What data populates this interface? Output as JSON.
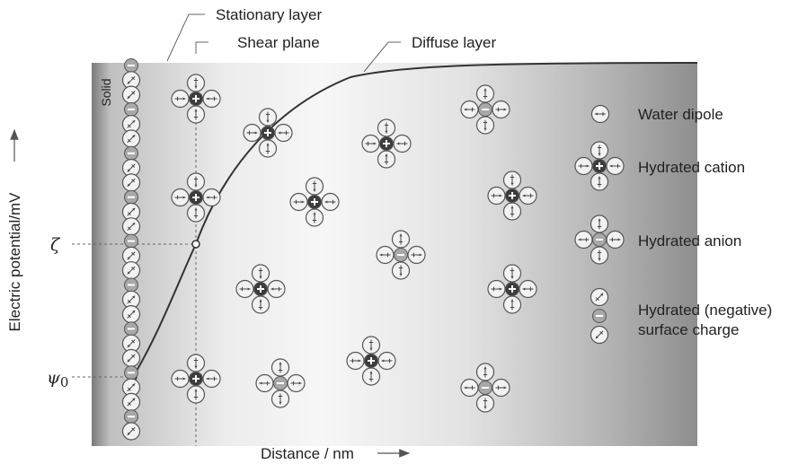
{
  "labels": {
    "stationary_layer": "Stationary layer",
    "shear_plane": "Shear plane",
    "diffuse_layer": "Diffuse layer",
    "solid": "Solid",
    "y_axis": "Electric potential/mV",
    "x_axis": "Distance / nm",
    "zeta": "ζ",
    "psi0": "ψ",
    "psi0_sub": "0"
  },
  "legend": {
    "water_dipole": "Water dipole",
    "hydrated_cation": "Hydrated cation",
    "hydrated_anion": "Hydrated anion",
    "surface_charge_line1": "Hydrated (negative)",
    "surface_charge_line2": "surface charge"
  },
  "colors": {
    "cation_core": "#3c3c3c",
    "anion_core": "#a8a8a8",
    "dipole_fill": "#f2f2f2",
    "curve": "#333333"
  }
}
